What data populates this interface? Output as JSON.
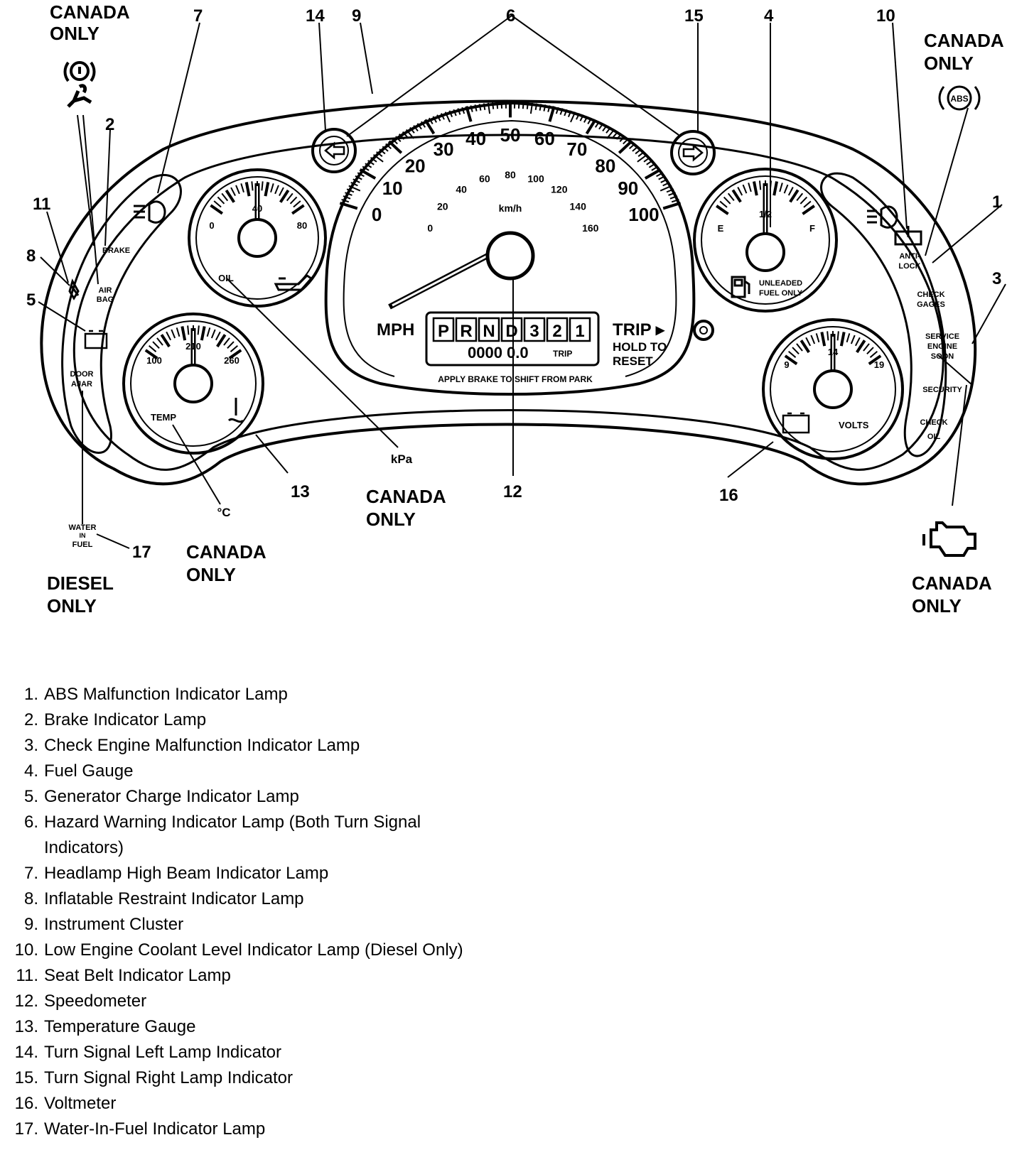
{
  "callouts": {
    "c1": "1",
    "c2": "2",
    "c3": "3",
    "c4": "4",
    "c5": "5",
    "c6": "6",
    "c7": "7",
    "c8": "8",
    "c9": "9",
    "c10": "10",
    "c11": "11",
    "c12": "12",
    "c13": "13",
    "c14": "14",
    "c15": "15",
    "c16": "16",
    "c17": "17"
  },
  "notes": {
    "canada_only_l1": "CANADA",
    "canada_only_l2": "ONLY",
    "diesel_only_l1": "DIESEL",
    "diesel_only_l2": "ONLY"
  },
  "speedometer": {
    "mph_ticks": [
      "0",
      "10",
      "20",
      "30",
      "40",
      "50",
      "60",
      "70",
      "80",
      "90",
      "100"
    ],
    "kmh_ticks": [
      "0",
      "20",
      "40",
      "60",
      "80",
      "100",
      "120",
      "140",
      "160"
    ],
    "kmh_label": "km/h",
    "mph_label": "MPH",
    "trip_label": "TRIP ▸",
    "hold_to": "HOLD TO",
    "reset": "RESET",
    "gears": [
      "P",
      "R",
      "N",
      "D",
      "3",
      "2",
      "1"
    ],
    "odometer": "0000 0.0",
    "trip_small": "TRIP",
    "apply_brake": "APPLY BRAKE TO SHIFT FROM PARK"
  },
  "oil_gauge": {
    "min": "0",
    "mid": "40",
    "max": "80",
    "label": "OIL",
    "unit": "kPa"
  },
  "temp_gauge": {
    "min": "100",
    "mid": "210",
    "max": "260",
    "label": "TEMP",
    "unit": "°C"
  },
  "fuel_gauge": {
    "empty": "E",
    "half": "1/2",
    "full": "F",
    "label_l1": "UNLEADED",
    "label_l2": "FUEL ONLY"
  },
  "volt_gauge": {
    "min": "9",
    "mid": "14",
    "max": "19",
    "label": "VOLTS"
  },
  "left_lamps": {
    "brake": "BRAKE",
    "air_bag_l1": "AIR",
    "air_bag_l2": "BAG",
    "door_ajar_l1": "DOOR",
    "door_ajar_l2": "AJAR",
    "water_l1": "WATER",
    "water_l2": "IN",
    "water_l3": "FUEL"
  },
  "right_lamps": {
    "anti_lock_l1": "ANTI-",
    "anti_lock_l2": "LOCK",
    "check_gages_l1": "CHECK",
    "check_gages_l2": "GAGES",
    "service_l1": "SERVICE",
    "service_l2": "ENGINE",
    "service_l3": "SOON",
    "security": "SECURITY",
    "check_oil_l1": "CHECK",
    "check_oil_l2": "OIL",
    "abs_badge": "ABS"
  },
  "legend": [
    {
      "num": "1.",
      "text": "ABS Malfunction Indicator Lamp"
    },
    {
      "num": "2.",
      "text": "Brake Indicator Lamp"
    },
    {
      "num": "3.",
      "text": "Check Engine Malfunction Indicator Lamp"
    },
    {
      "num": "4.",
      "text": "Fuel Gauge"
    },
    {
      "num": "5.",
      "text": "Generator Charge Indicator Lamp"
    },
    {
      "num": "6.",
      "text": "Hazard Warning Indicator Lamp (Both Turn Signal Indicators)"
    },
    {
      "num": "7.",
      "text": "Headlamp High Beam Indicator Lamp"
    },
    {
      "num": "8.",
      "text": "Inflatable Restraint Indicator Lamp"
    },
    {
      "num": "9.",
      "text": "Instrument Cluster"
    },
    {
      "num": "10.",
      "text": "Low Engine Coolant Level Indicator Lamp (Diesel Only)"
    },
    {
      "num": "11.",
      "text": "Seat Belt Indicator Lamp"
    },
    {
      "num": "12.",
      "text": "Speedometer"
    },
    {
      "num": "13.",
      "text": "Temperature Gauge"
    },
    {
      "num": "14.",
      "text": "Turn Signal Left Lamp Indicator"
    },
    {
      "num": "15.",
      "text": "Turn Signal Right Lamp Indicator"
    },
    {
      "num": "16.",
      "text": "Voltmeter"
    },
    {
      "num": "17.",
      "text": "Water-In-Fuel Indicator Lamp"
    }
  ]
}
